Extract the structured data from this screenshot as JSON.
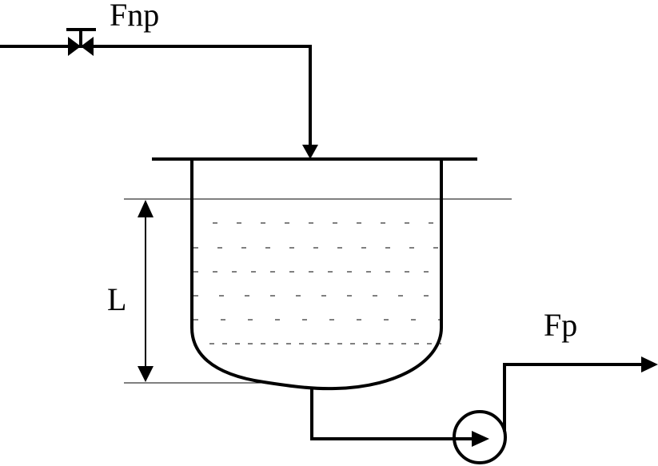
{
  "labels": {
    "inflow": "Fnp",
    "outflow": "Fp",
    "level": "L"
  },
  "colors": {
    "line": "#000000",
    "background": "#ffffff"
  }
}
